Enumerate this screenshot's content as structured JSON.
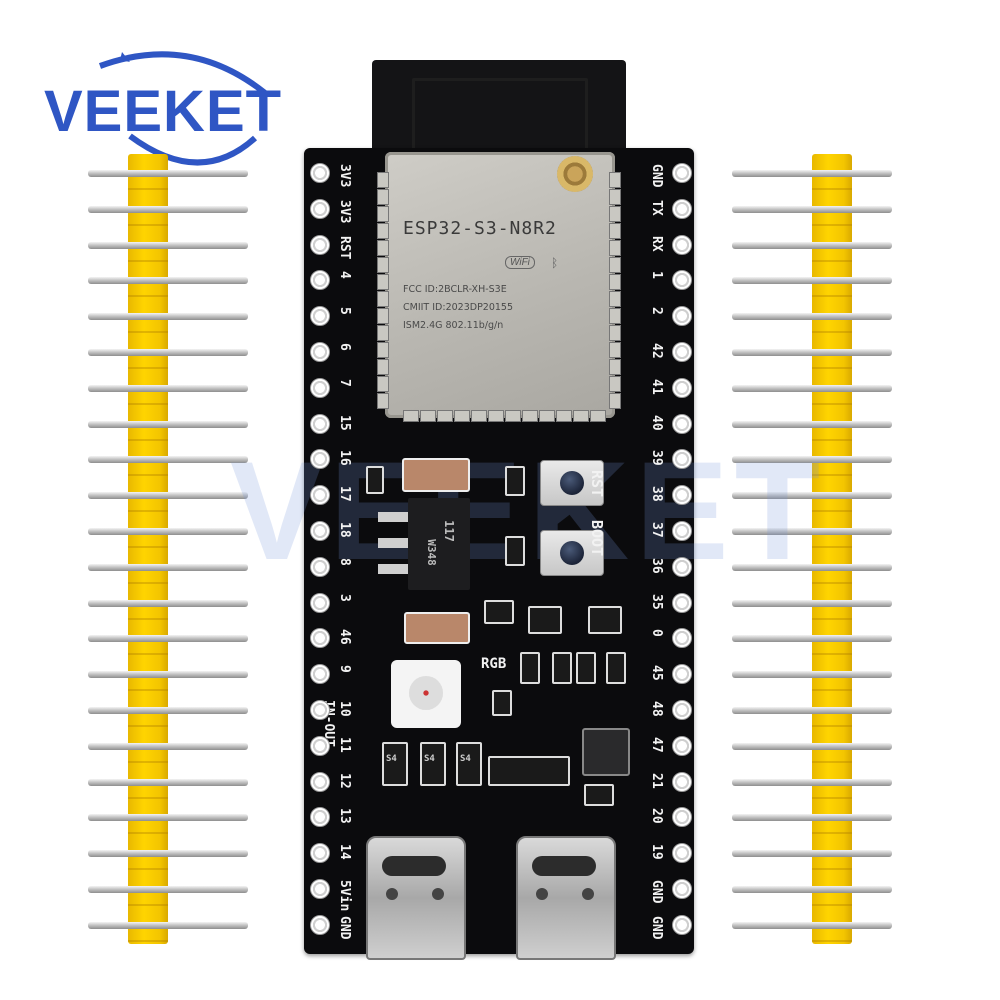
{
  "brand": {
    "name": "VEEKET",
    "color": "#2f56c4"
  },
  "watermark": {
    "text": "VEEKET"
  },
  "module": {
    "title": "ESP32-S3-N8R2",
    "wifi_badge": "WiFi",
    "fcc": "FCC ID:2BCLR-XH-S3E",
    "cmiit": "CMIIT ID:2023DP20155",
    "ism": "ISM2.4G    802.11b/g/n"
  },
  "left_pins": [
    "3V3",
    "3V3",
    "RST",
    "4",
    "5",
    "6",
    "7",
    "15",
    "16",
    "17",
    "18",
    "8",
    "3",
    "46",
    "9",
    "10",
    "11",
    "12",
    "13",
    "14",
    "5Vin",
    "GND"
  ],
  "right_pins": [
    "GND",
    "TX",
    "RX",
    "1",
    "2",
    "42",
    "41",
    "40",
    "39",
    "38",
    "37",
    "36",
    "35",
    "0",
    "45",
    "48",
    "47",
    "21",
    "20",
    "19",
    "GND",
    "GND"
  ],
  "silkscreen": {
    "rst": "RST",
    "boot": "BOOT",
    "rgb": "RGB",
    "in_out": "IN-OUT",
    "reg_top": "117",
    "reg_bottom": "W348"
  },
  "diodes": [
    "S4",
    "S4",
    "S4"
  ],
  "colors": {
    "board": "#0b0b0d",
    "header_plastic": "#ffd400",
    "module": "#c0beb8"
  }
}
